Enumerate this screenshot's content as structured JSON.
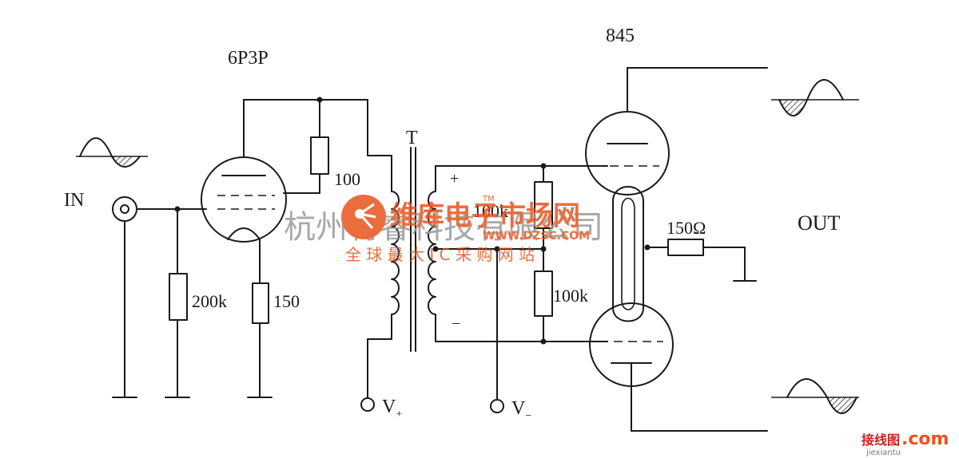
{
  "diagram": {
    "tubes": {
      "driver": "6P3P",
      "output": "845"
    },
    "transformer": "T",
    "resistors": {
      "plate": "100",
      "grid": "200k",
      "cathode": "150",
      "bias_upper": "100k",
      "bias_lower": "100k",
      "feedback": "150Ω"
    },
    "labels": {
      "input": "IN",
      "output": "OUT",
      "v_plus": "V",
      "v_plus_sub": "+",
      "v_minus": "V",
      "v_minus_sub": "−",
      "polarity_plus": "+",
      "polarity_minus": "−"
    }
  },
  "watermark": {
    "brand": "维库电子市场网",
    "url": "WWW.DZSC.COM",
    "tagline": "全 球 最 大 I C 采 购 网 站",
    "tm": "TM",
    "company": "杭州将睿科技有限公司",
    "corner_cn": "接线图",
    "corner_com": ".com",
    "corner_en": "jiexiantu"
  },
  "colors": {
    "ink": "#1a1a1a",
    "watermark": "#e8541c",
    "company": "#9a9a9a"
  }
}
